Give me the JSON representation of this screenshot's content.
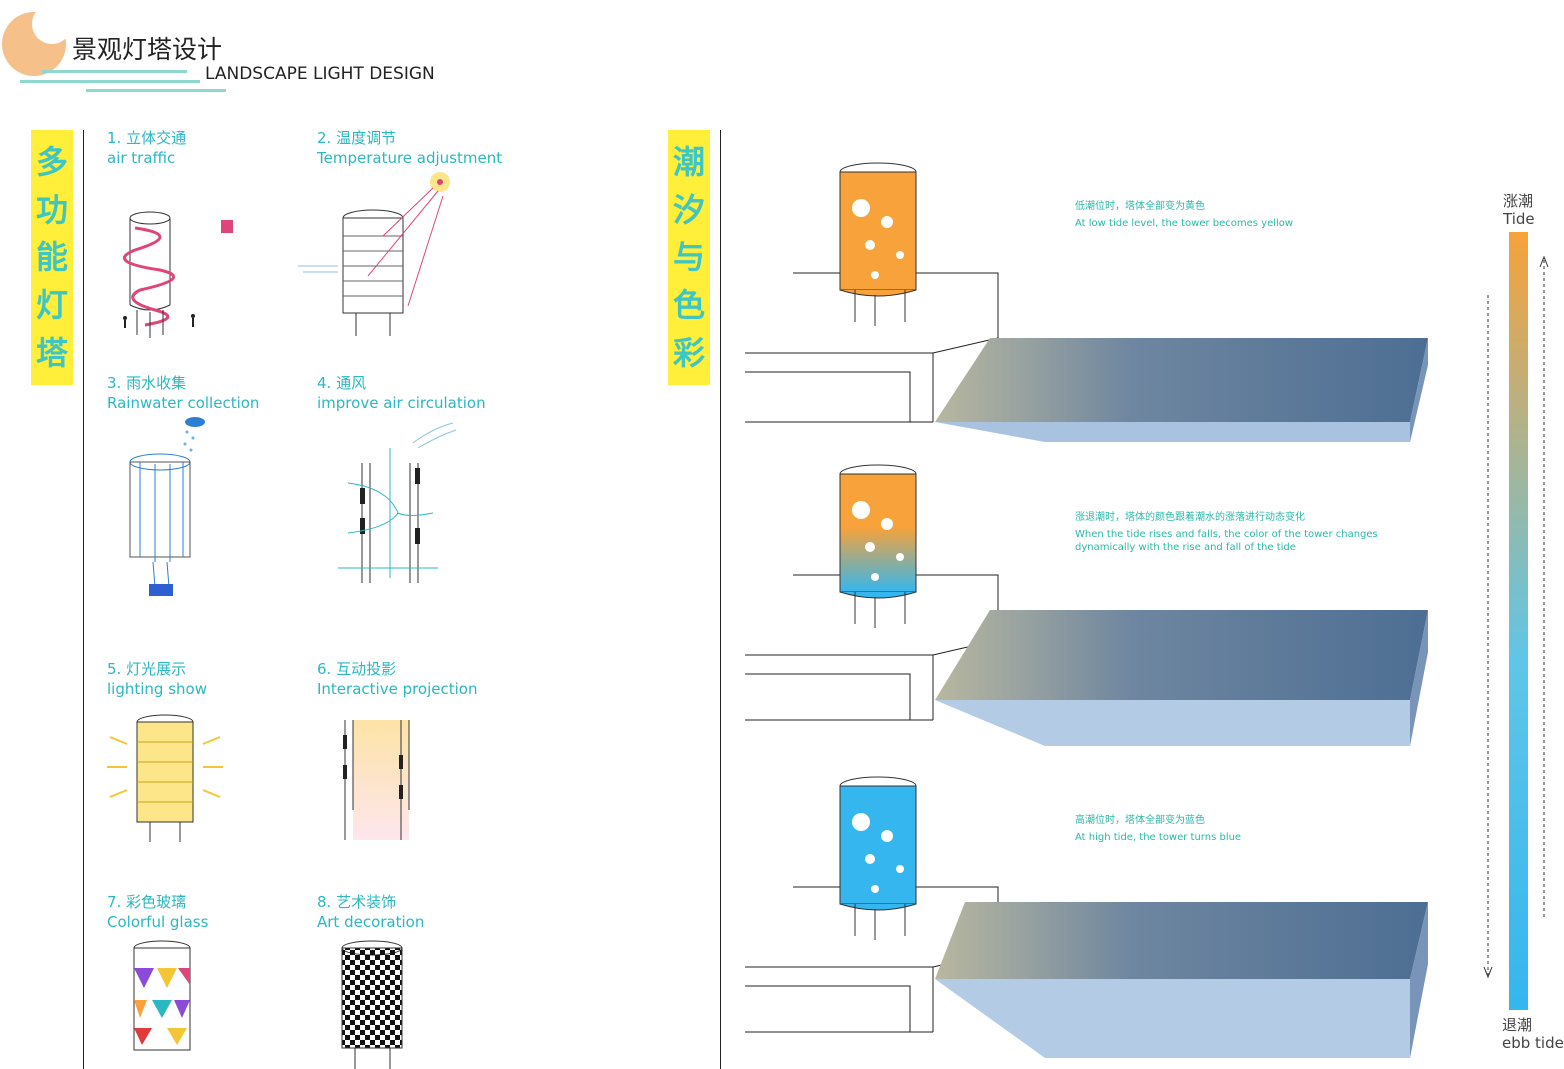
{
  "header": {
    "title_cn": "景观灯塔设计",
    "title_en": "LANDSCAPE LIGHT DESIGN"
  },
  "left_banner": [
    "多",
    "功",
    "能",
    "灯",
    "塔"
  ],
  "right_banner": [
    "潮",
    "汐",
    "与",
    "色",
    "彩"
  ],
  "features": [
    {
      "cn": "1. 立体交通",
      "en": "air traffic"
    },
    {
      "cn": "2. 温度调节",
      "en": "Temperature adjustment"
    },
    {
      "cn": "3. 雨水收集",
      "en": "Rainwater collection"
    },
    {
      "cn": "4. 通风",
      "en": "improve air circulation"
    },
    {
      "cn": "5. 灯光展示",
      "en": "lighting show"
    },
    {
      "cn": "6. 互动投影",
      "en": "Interactive projection"
    },
    {
      "cn": "7. 彩色玻璃",
      "en": "Colorful glass"
    },
    {
      "cn": "8. 艺术装饰",
      "en": "Art decoration"
    }
  ],
  "tide_notes": [
    {
      "cn": "低潮位时，塔体全部变为黄色",
      "en": [
        "At low tide level, the tower becomes yellow"
      ]
    },
    {
      "cn": "涨退潮时，塔体的颜色跟着潮水的涨落进行动态变化",
      "en": [
        "When the tide rises and falls, the color of the tower changes",
        "dynamically with the rise and fall of the tide"
      ]
    },
    {
      "cn": "高潮位时，塔体全部变为蓝色",
      "en": [
        "At high tide, the tower turns blue"
      ]
    }
  ],
  "tide_scale": {
    "top_cn": "涨潮",
    "top_en": "Tide",
    "bottom_cn": "退潮",
    "bottom_en": "ebb tide"
  },
  "colors": {
    "accent_teal": "#2ab8c2",
    "banner_yellow": "#ffef3a",
    "tower_orange": "#f7a23a",
    "tower_blue": "#35b6ee"
  }
}
